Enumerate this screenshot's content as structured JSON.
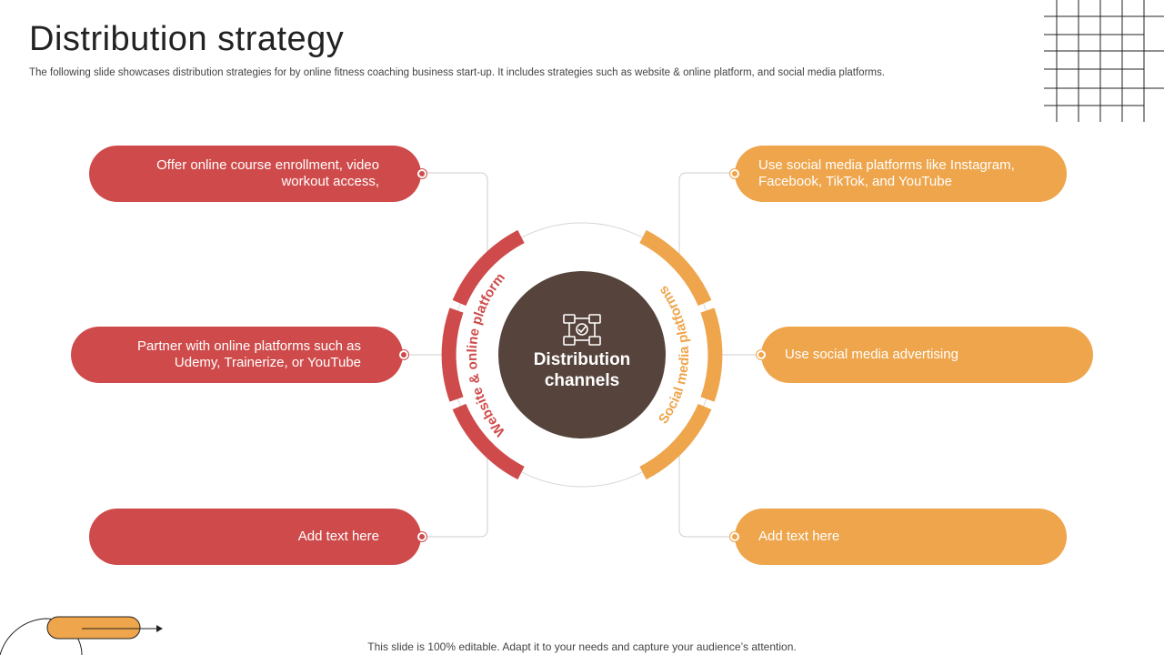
{
  "slide": {
    "title": "Distribution strategy",
    "subtitle": "The following slide showcases distribution strategies for by online fitness coaching business start-up. It includes strategies such as website & online platform, and social media platforms.",
    "footer": "This slide is 100% editable. Adapt it to your needs and capture your audience’s attention."
  },
  "center": {
    "label_line1": "Distribution",
    "label_line2": "channels",
    "icon": "network-check-icon"
  },
  "left_branch": {
    "label": "Website & online platform",
    "color": "#cf4b4b",
    "items": [
      {
        "line1": "Offer online course enrollment, video",
        "line2": "workout access,"
      },
      {
        "line1": "Partner with online platforms such as",
        "line2": "Udemy, Trainerize, or YouTube"
      },
      {
        "line1": "Add text here",
        "line2": ""
      }
    ]
  },
  "right_branch": {
    "label": "Social media platforms",
    "color": "#eea54b",
    "items": [
      {
        "line1": "Use social media platforms like Instagram,",
        "line2": "Facebook, TikTok, and YouTube"
      },
      {
        "line1": "Use social media advertising",
        "line2": ""
      },
      {
        "line1": "Add text here",
        "line2": ""
      }
    ]
  },
  "colors": {
    "red": "#cf4b4b",
    "orange": "#eea54b",
    "center": "#56433b"
  }
}
